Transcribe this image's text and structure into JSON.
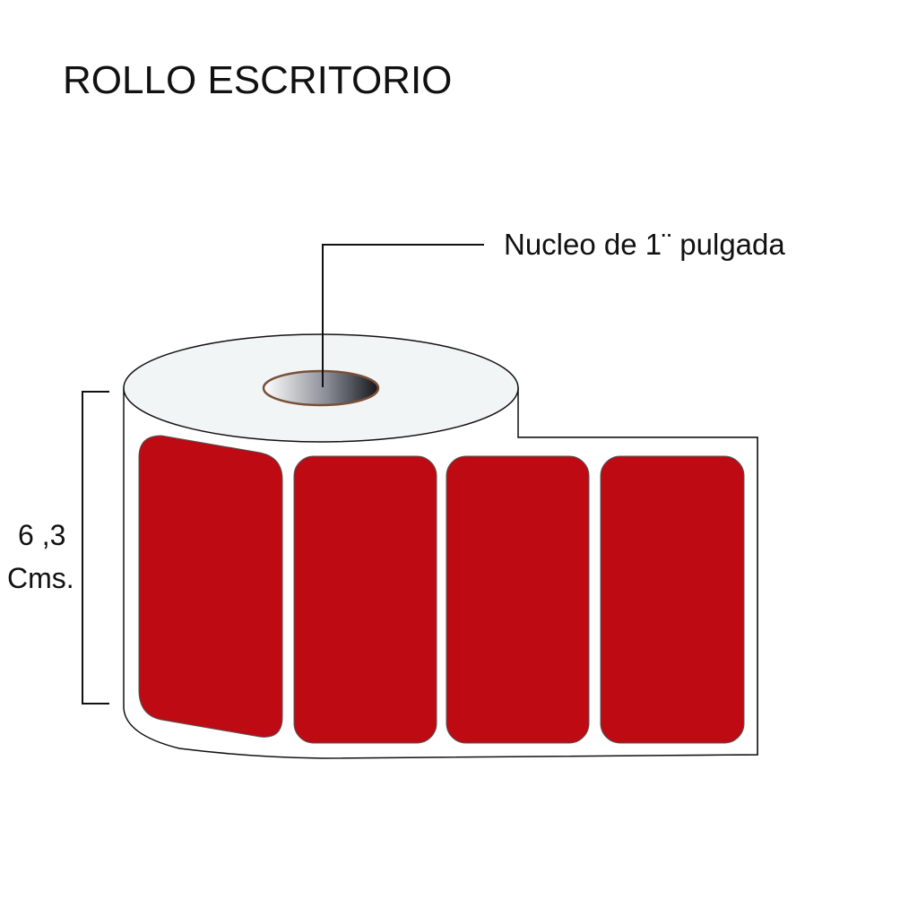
{
  "title": "ROLLO ESCRITORIO",
  "core_label": "Nucleo de 1¨ pulgada",
  "height_value": "6 ,3",
  "height_unit": "Cms.",
  "colors": {
    "label": "#bd0a13",
    "roll_top": "#f2f5f6",
    "core_rim": "#7a5038"
  },
  "label_count": 4
}
